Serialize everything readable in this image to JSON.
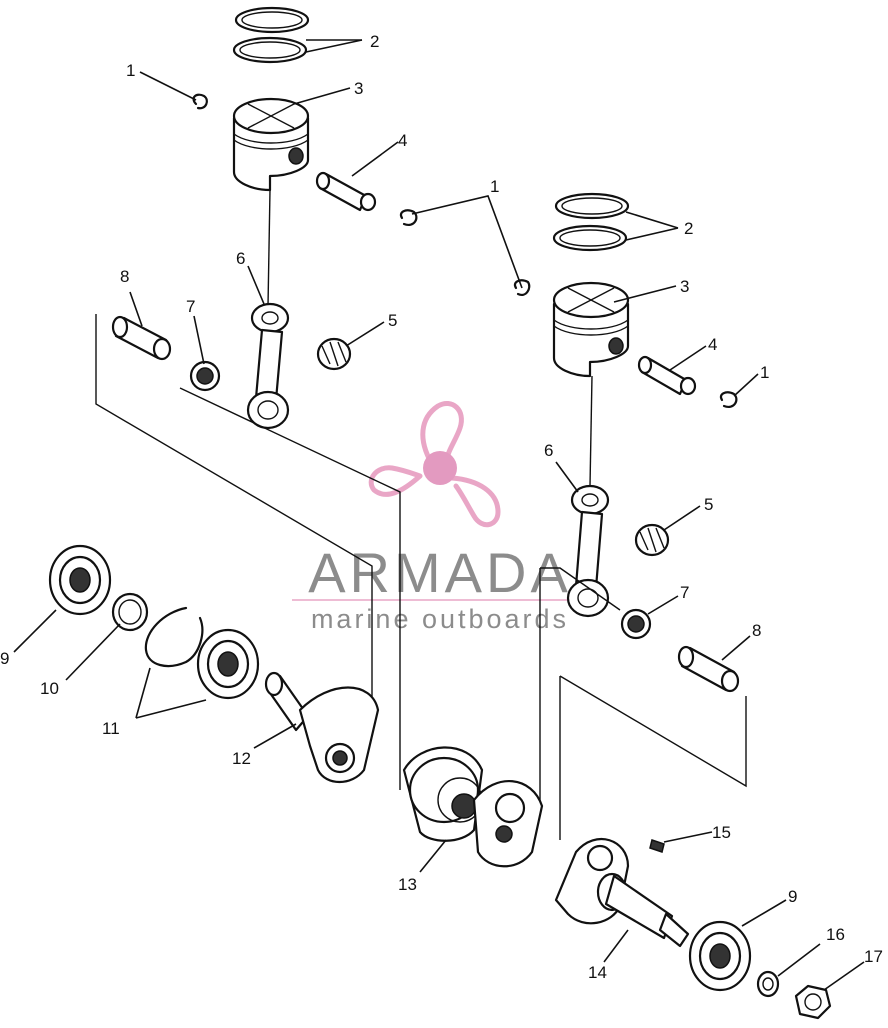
{
  "watermark": {
    "title": "ARMADA",
    "subtitle": "marine outboards",
    "title_color": "#8c8c8c",
    "subtitle_color": "#8c8c8c",
    "logo_color": "#e9a6c6",
    "logo_center_color": "#e39ac0",
    "logo_icon": "propeller-icon"
  },
  "callouts": {
    "c1a": "1",
    "c2a": "2",
    "c3a": "3",
    "c4a": "4",
    "c1b": "1",
    "c2b": "2",
    "c3b": "3",
    "c4b": "4",
    "c1c": "1",
    "c8a": "8",
    "c7a": "7",
    "c6a": "6",
    "c5a": "5",
    "c6b": "6",
    "c5b": "5",
    "c7b": "7",
    "c8b": "8",
    "c9a": "9",
    "c10": "10",
    "c11": "11",
    "c12": "12",
    "c13": "13",
    "c15": "15",
    "c9b": "9",
    "c14": "14",
    "c16": "16",
    "c17": "17"
  }
}
